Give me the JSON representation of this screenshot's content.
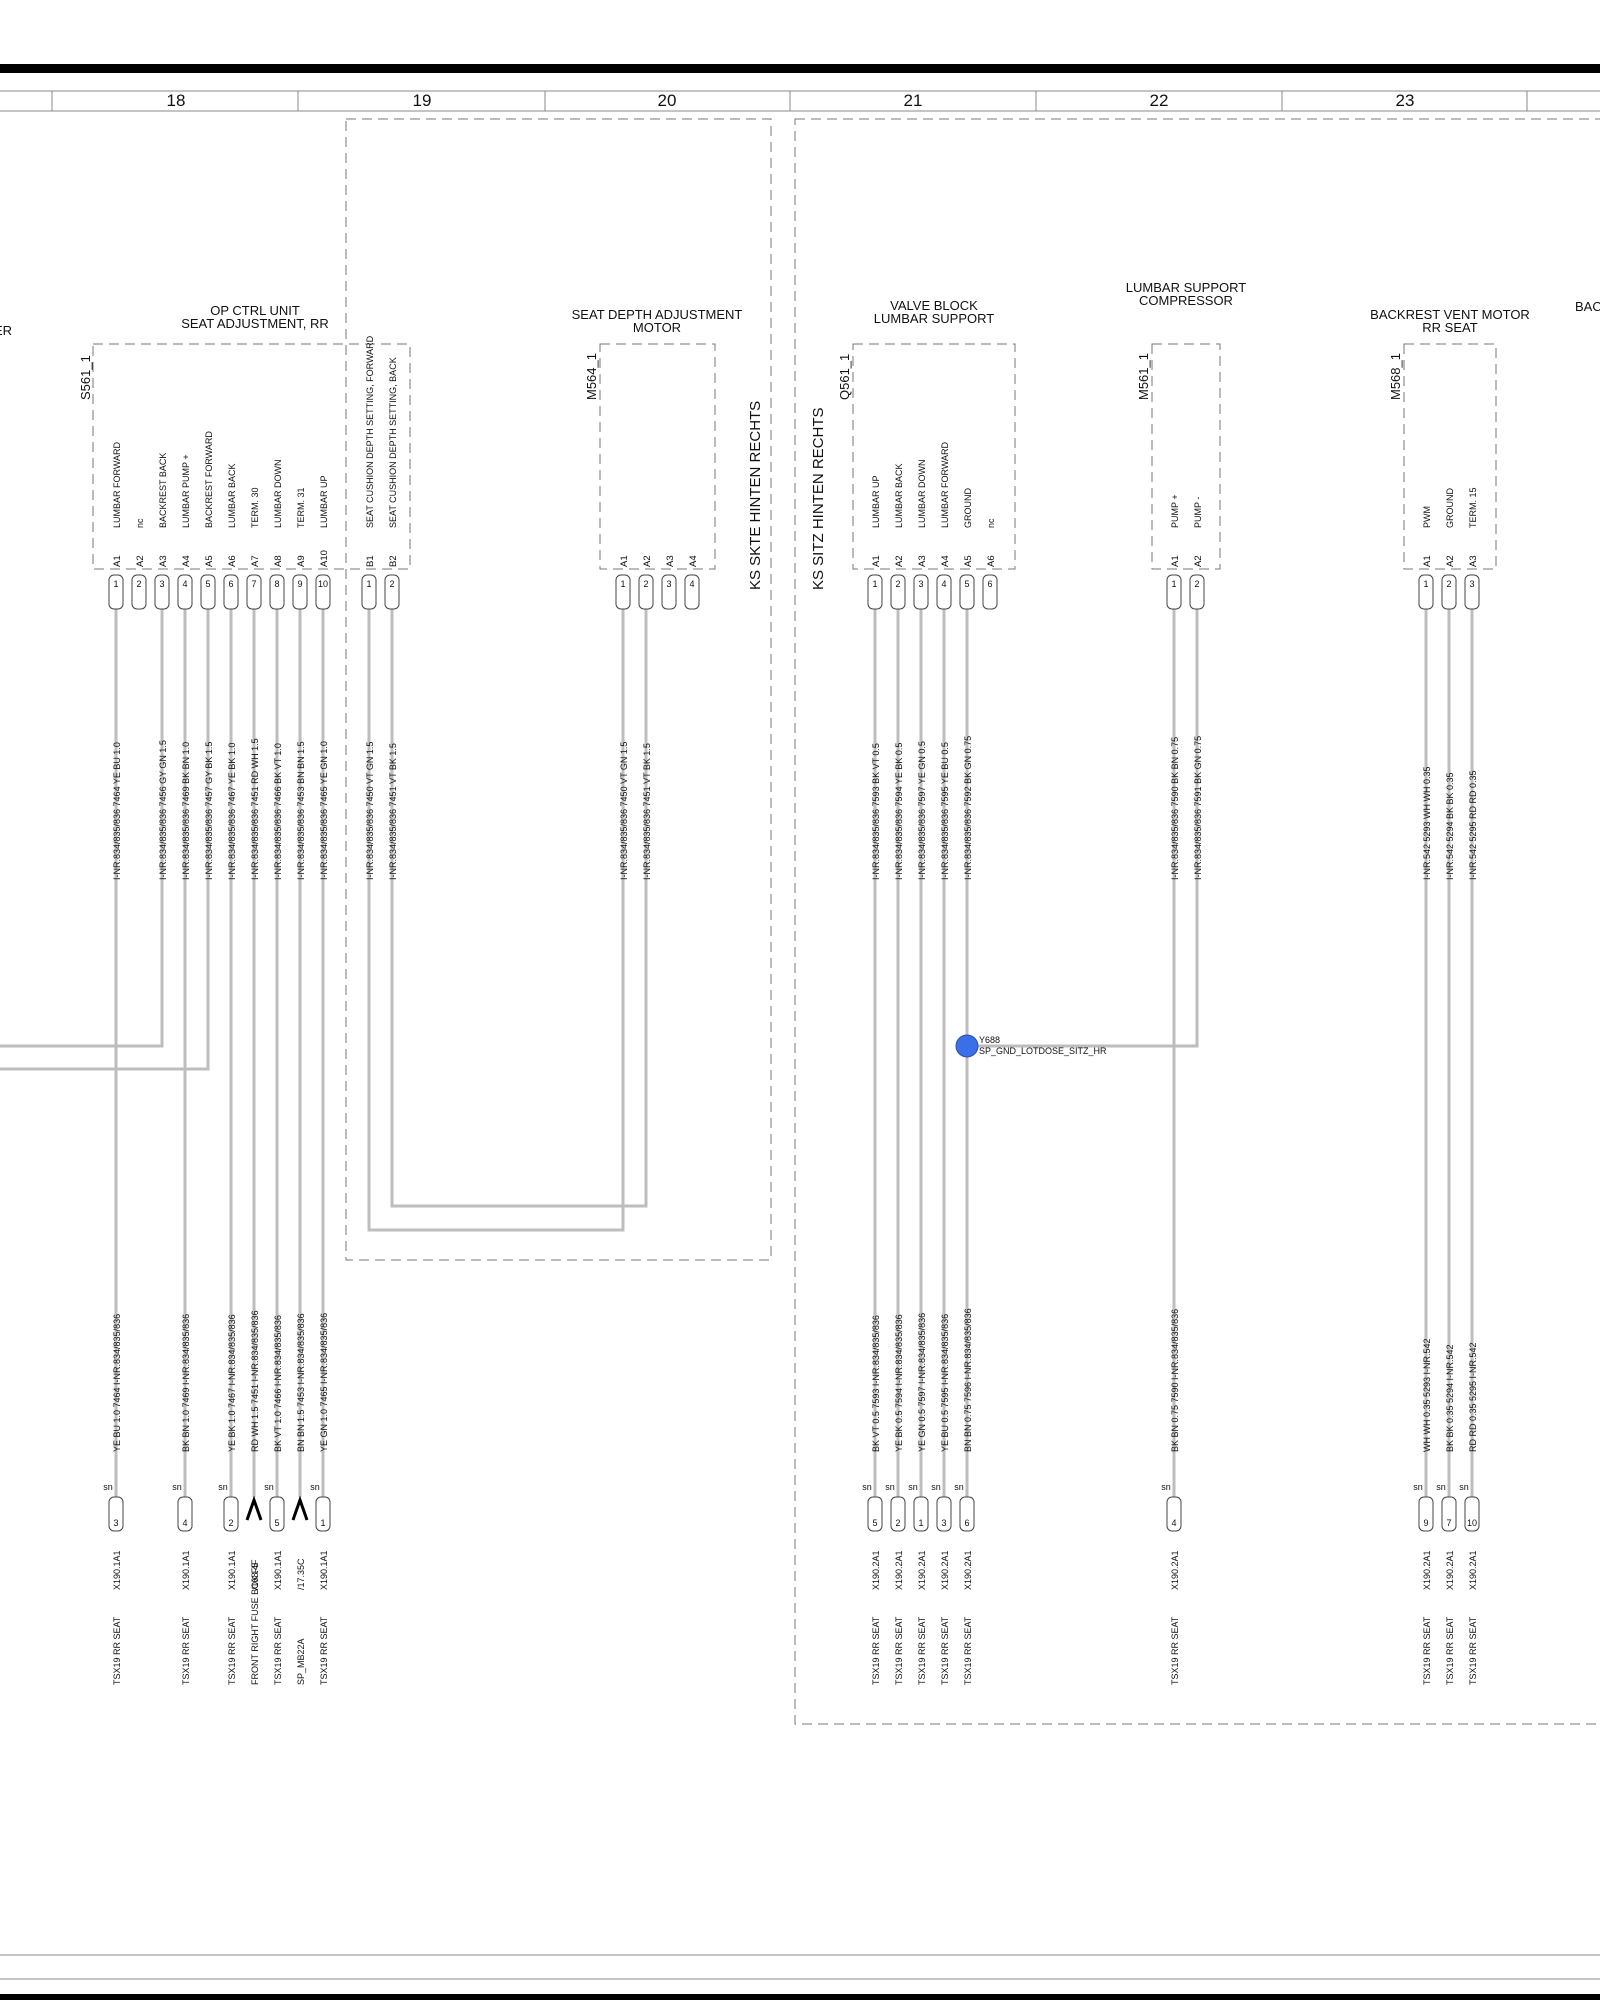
{
  "grid": {
    "columns": [
      "18",
      "19",
      "20",
      "21",
      "22",
      "23"
    ]
  },
  "components": [
    {
      "id": "S561_1",
      "title": [
        "OP CTRL UNIT",
        "SEAT ADJUSTMENT, RR"
      ],
      "pins": [
        {
          "pin": "A1",
          "num": "1",
          "func": "LUMBAR FORWARD"
        },
        {
          "pin": "A2",
          "num": "2",
          "func": "nc"
        },
        {
          "pin": "A3",
          "num": "3",
          "func": "BACKREST BACK"
        },
        {
          "pin": "A4",
          "num": "4",
          "func": "LUMBAR PUMP +"
        },
        {
          "pin": "A5",
          "num": "5",
          "func": "BACKREST FORWARD"
        },
        {
          "pin": "A6",
          "num": "6",
          "func": "LUMBAR BACK"
        },
        {
          "pin": "A7",
          "num": "7",
          "func": "TERM. 30"
        },
        {
          "pin": "A8",
          "num": "8",
          "func": "LUMBAR DOWN"
        },
        {
          "pin": "A9",
          "num": "9",
          "func": "TERM. 31"
        },
        {
          "pin": "A10",
          "num": "10",
          "func": "LUMBAR UP"
        },
        {
          "pin": "B1",
          "num": "1",
          "func": "SEAT CUSHION DEPTH SETTING, FORWARD"
        },
        {
          "pin": "B2",
          "num": "2",
          "func": "SEAT CUSHION DEPTH SETTING, BACK"
        }
      ]
    },
    {
      "id": "M564_1",
      "title": [
        "SEAT DEPTH ADJUSTMENT",
        "MOTOR"
      ],
      "pins": [
        {
          "pin": "A1",
          "num": "1"
        },
        {
          "pin": "A2",
          "num": "2"
        },
        {
          "pin": "A3",
          "num": "3"
        },
        {
          "pin": "A4",
          "num": "4"
        }
      ]
    },
    {
      "id": "Q561_1",
      "title": [
        "VALVE BLOCK",
        "LUMBAR SUPPORT"
      ],
      "pins": [
        {
          "pin": "A1",
          "num": "1",
          "func": "LUMBAR UP"
        },
        {
          "pin": "A2",
          "num": "2",
          "func": "LUMBAR BACK"
        },
        {
          "pin": "A3",
          "num": "3",
          "func": "LUMBAR DOWN"
        },
        {
          "pin": "A4",
          "num": "4",
          "func": "LUMBAR FORWARD"
        },
        {
          "pin": "A5",
          "num": "5",
          "func": "GROUND"
        },
        {
          "pin": "A6",
          "num": "6",
          "func": "nc"
        }
      ]
    },
    {
      "id": "M561_1",
      "title": [
        "LUMBAR SUPPORT",
        "COMPRESSOR"
      ],
      "pins": [
        {
          "pin": "A1",
          "num": "1",
          "func": "PUMP +"
        },
        {
          "pin": "A2",
          "num": "2",
          "func": "PUMP -"
        }
      ]
    },
    {
      "id": "M568_1",
      "title": [
        "BACKREST VENT MOTOR",
        "RR SEAT"
      ],
      "pins": [
        {
          "pin": "A1",
          "num": "1",
          "func": "PWM"
        },
        {
          "pin": "A2",
          "num": "2",
          "func": "GROUND"
        },
        {
          "pin": "A3",
          "num": "3",
          "func": "TERM. 15"
        }
      ]
    }
  ],
  "partial_titles": {
    "left": "ER",
    "right": "BAC"
  },
  "regions": {
    "left": "KS SKTE HINTEN RECHTS",
    "right": "KS SITZ HINTEN RECHTS"
  },
  "splice": {
    "id": "Y688",
    "name": "SP_GND_LOTDOSE_SITZ_HR",
    "color": "#3b6fe8"
  },
  "wires_top": [
    {
      "code": "I-NR.834/835/836",
      "num": "7464",
      "spec": "YE BU 1.0"
    },
    {
      "code": "I-NR.834/835/836",
      "num": "7456",
      "spec": "GY GN 1.5"
    },
    {
      "code": "I-NR.834/835/836",
      "num": "7469",
      "spec": "BK BN 1.0"
    },
    {
      "code": "I-NR.834/835/836",
      "num": "7457",
      "spec": "GY BK 1.5"
    },
    {
      "code": "I-NR.834/835/836",
      "num": "7467",
      "spec": "YE BK 1.0"
    },
    {
      "code": "I-NR.834/835/836",
      "num": "7451",
      "spec": "RD WH 1.5"
    },
    {
      "code": "I-NR.834/835/836",
      "num": "7466",
      "spec": "BK VT 1.0"
    },
    {
      "code": "I-NR.834/835/836",
      "num": "7453",
      "spec": "BN BN 1.5"
    },
    {
      "code": "I-NR.834/835/836",
      "num": "7465",
      "spec": "YE GN 1.0"
    },
    {
      "code": "I-NR.834/835/836",
      "num": "7450",
      "spec": "VT GN 1.5"
    },
    {
      "code": "I-NR.834/835/836",
      "num": "7451",
      "spec": "VT BK 1.5"
    },
    {
      "code": "I-NR.834/835/836",
      "num": "7450",
      "spec": "VT GN 1.5"
    },
    {
      "code": "I-NR.834/835/836",
      "num": "7451",
      "spec": "VT BK 1.5"
    },
    {
      "code": "I-NR.834/835/836",
      "num": "7593",
      "spec": "BK VT 0.5"
    },
    {
      "code": "I-NR.834/835/836",
      "num": "7594",
      "spec": "YE BK 0.5"
    },
    {
      "code": "I-NR.834/835/836",
      "num": "7597",
      "spec": "YE GN 0.5"
    },
    {
      "code": "I-NR.834/835/836",
      "num": "7595",
      "spec": "YE BU 0.5"
    },
    {
      "code": "I-NR.834/835/836",
      "num": "7592",
      "spec": "BK GN 0.75"
    },
    {
      "code": "I-NR.834/835/836",
      "num": "7590",
      "spec": "BK BN 0.75"
    },
    {
      "code": "I-NR.834/835/836",
      "num": "7591",
      "spec": "BK GN 0.75"
    },
    {
      "code": "I-NR.542",
      "num": "5293",
      "spec": "WH WH 0.35"
    },
    {
      "code": "I-NR.542",
      "num": "5294",
      "spec": "BK BK 0.35"
    },
    {
      "code": "I-NR.542",
      "num": "5295",
      "spec": "RD RD 0.35"
    }
  ],
  "wires_bottom": [
    {
      "code": "I-NR.834/835/836",
      "num": "7464",
      "spec": "YE BU 1.0"
    },
    {
      "code": "I-NR.834/835/836",
      "num": "7469",
      "spec": "BK BN 1.0"
    },
    {
      "code": "I-NR.834/835/836",
      "num": "7467",
      "spec": "YE BK 1.0"
    },
    {
      "code": "I-NR.834/835/836",
      "num": "7451",
      "spec": "RD WH 1.5"
    },
    {
      "code": "I-NR.834/835/836",
      "num": "7466",
      "spec": "BK VT 1.0"
    },
    {
      "code": "I-NR.834/835/836",
      "num": "7453",
      "spec": "BN BN 1.5"
    },
    {
      "code": "I-NR.834/835/836",
      "num": "7465",
      "spec": "YE GN 1.0"
    },
    {
      "code": "I-NR.834/835/836",
      "num": "7593",
      "spec": "BK VT 0.5"
    },
    {
      "code": "I-NR.834/835/836",
      "num": "7594",
      "spec": "YE BK 0.5"
    },
    {
      "code": "I-NR.834/835/836",
      "num": "7597",
      "spec": "YE GN 0.5"
    },
    {
      "code": "I-NR.834/835/836",
      "num": "7595",
      "spec": "YE BU 0.5"
    },
    {
      "code": "I-NR.834/835/836",
      "num": "7596",
      "spec": "BN BN 0.75"
    },
    {
      "code": "I-NR.834/835/836",
      "num": "7590",
      "spec": "BK BN 0.75"
    },
    {
      "code": "I-NR.542",
      "num": "5293",
      "spec": "WH WH 0.35"
    },
    {
      "code": "I-NR.542",
      "num": "5294",
      "spec": "BK BK 0.35"
    },
    {
      "code": "I-NR.542",
      "num": "5295",
      "spec": "RD RD 0.35"
    }
  ],
  "connectors_bottom": [
    {
      "sn": "sn",
      "pin": "3",
      "conn": "X190.1A1",
      "dest": "TSX19 RR SEAT"
    },
    {
      "sn": "sn",
      "pin": "4",
      "conn": "X190.1A1",
      "dest": "TSX19 RR SEAT"
    },
    {
      "sn": "sn",
      "pin": "2",
      "conn": "X190.1A1",
      "dest": "TSX19 RR SEAT"
    },
    {
      "sn": "",
      "pin": "",
      "conn": "/168.4F",
      "dest": "FRONT RIGHT FUSE BOX F5"
    },
    {
      "sn": "sn",
      "pin": "5",
      "conn": "X190.1A1",
      "dest": "TSX19 RR SEAT"
    },
    {
      "sn": "",
      "pin": "",
      "conn": "/17.35C",
      "dest": "SP_MB22A"
    },
    {
      "sn": "sn",
      "pin": "1",
      "conn": "X190.1A1",
      "dest": "TSX19 RR SEAT"
    },
    {
      "sn": "sn",
      "pin": "5",
      "conn": "X190.2A1",
      "dest": "TSX19 RR SEAT"
    },
    {
      "sn": "sn",
      "pin": "2",
      "conn": "X190.2A1",
      "dest": "TSX19 RR SEAT"
    },
    {
      "sn": "sn",
      "pin": "1",
      "conn": "X190.2A1",
      "dest": "TSX19 RR SEAT"
    },
    {
      "sn": "sn",
      "pin": "3",
      "conn": "X190.2A1",
      "dest": "TSX19 RR SEAT"
    },
    {
      "sn": "sn",
      "pin": "6",
      "conn": "X190.2A1",
      "dest": "TSX19 RR SEAT"
    },
    {
      "sn": "sn",
      "pin": "4",
      "conn": "X190.2A1",
      "dest": "TSX19 RR SEAT"
    },
    {
      "sn": "sn",
      "pin": "9",
      "conn": "X190.2A1",
      "dest": "TSX19 RR SEAT"
    },
    {
      "sn": "sn",
      "pin": "7",
      "conn": "X190.2A1",
      "dest": "TSX19 RR SEAT"
    },
    {
      "sn": "sn",
      "pin": "10",
      "conn": "X190.2A1",
      "dest": "TSX19 RR SEAT"
    }
  ]
}
